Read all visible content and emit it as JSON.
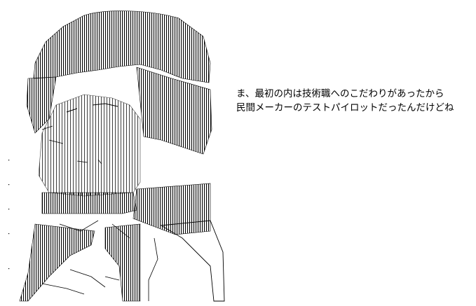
{
  "caption": {
    "lines": [
      "ま、最初の内は技術職へのこだわりがあったから",
      "民間メーカーのテストパイロットだったんだけどね"
    ]
  },
  "art": {
    "subject": "ascii-art-character-portrait",
    "color": "#000000"
  }
}
